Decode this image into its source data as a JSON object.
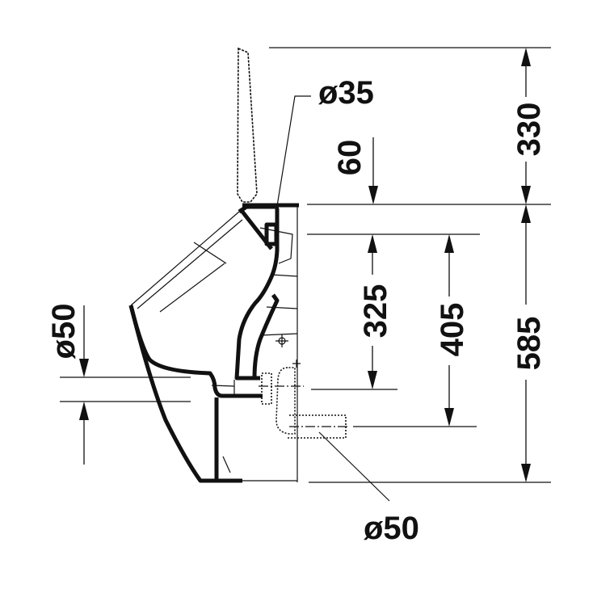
{
  "drawing": {
    "type": "technical-dimension-drawing",
    "subject": "urinal-side-view",
    "units": "mm",
    "line_color": "#111111",
    "background": "#ffffff"
  },
  "dimensions": {
    "inlet_diameter": "ø35",
    "inlet_offset": "60",
    "top_height": "330",
    "inlet_to_outlet_top": "325",
    "inlet_to_outlet_center": "405",
    "total_height": "585",
    "left_outlet_diameter": "ø50",
    "outlet_diameter": "ø50"
  }
}
